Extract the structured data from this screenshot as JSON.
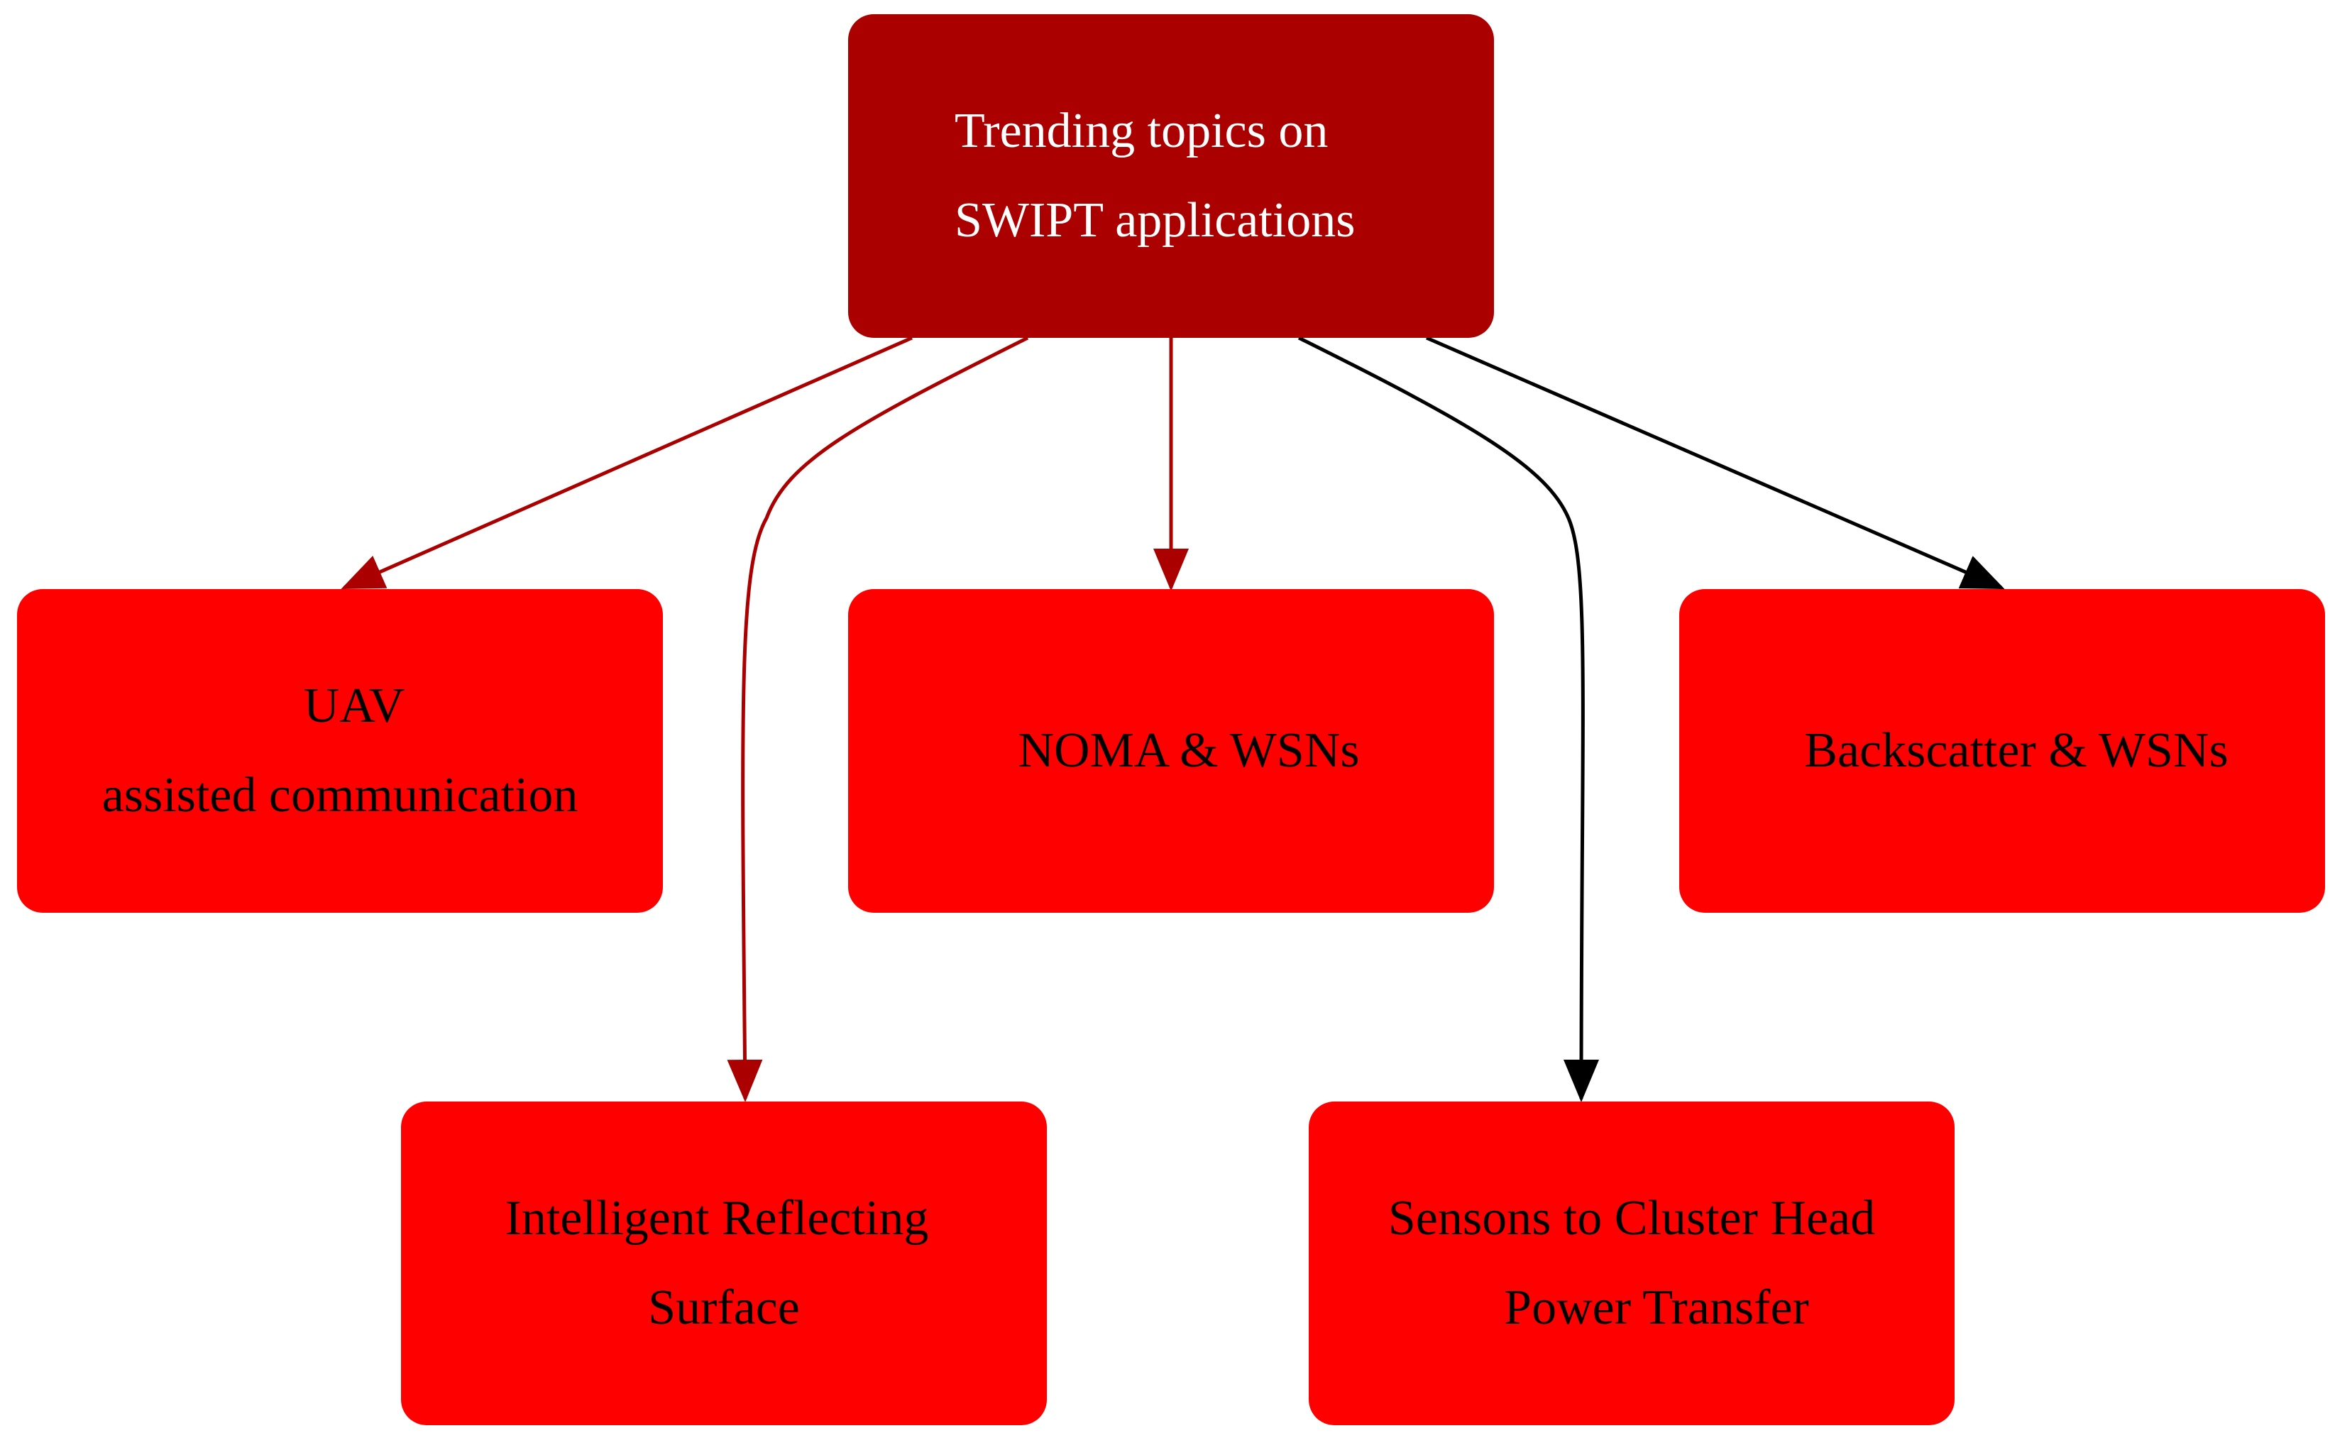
{
  "diagram": {
    "root": {
      "lines": [
        "Trending topics on",
        "SWIPT applications"
      ],
      "fill": "#aa0000",
      "text_color": "#ffffff"
    },
    "children": [
      {
        "id": "uav",
        "lines": [
          "UAV",
          "assisted communication"
        ],
        "fill": "#ff0000",
        "edge_color": "#aa0000"
      },
      {
        "id": "noma",
        "lines": [
          "NOMA & WSNs"
        ],
        "fill": "#ff0000",
        "edge_color": "#aa0000"
      },
      {
        "id": "backscatter",
        "lines": [
          "Backscatter & WSNs"
        ],
        "fill": "#ff0000",
        "edge_color": "#000000"
      },
      {
        "id": "irs",
        "lines": [
          "Intelligent Reflecting",
          "Surface"
        ],
        "fill": "#ff0000",
        "edge_color": "#aa0000"
      },
      {
        "id": "sensors",
        "lines": [
          "Sensons to Cluster Head",
          "Power Transfer"
        ],
        "fill": "#ff0000",
        "edge_color": "#000000"
      }
    ]
  }
}
